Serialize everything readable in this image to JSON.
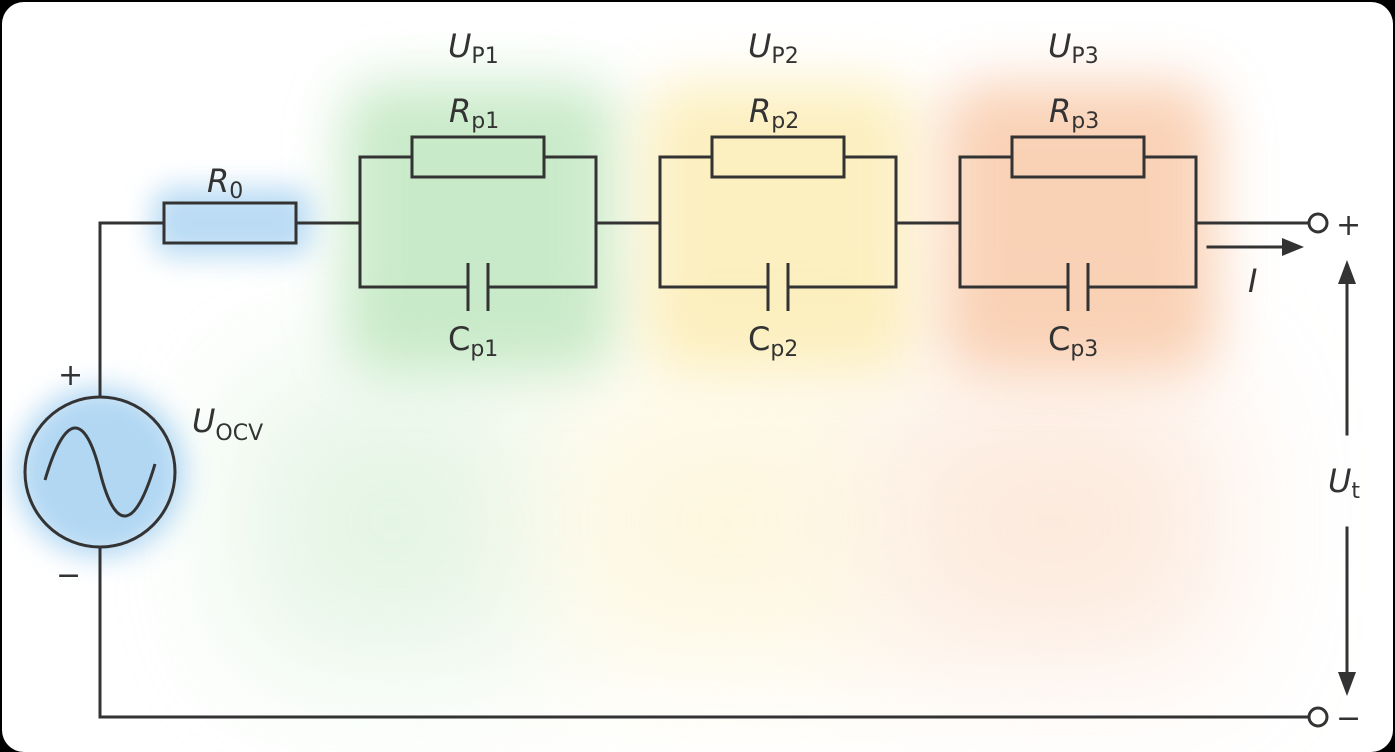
{
  "colors": {
    "wire": "#333333",
    "r0_glow": "#a9d3f2",
    "source_glow": "#a9d3f2",
    "stage1_glow": "#b3e2b3",
    "stage2_glow": "#fbe9a6",
    "stage3_glow": "#f8c39e"
  },
  "labels": {
    "r0": {
      "sym": "R",
      "sub": "0"
    },
    "uocv": {
      "sym": "U",
      "sub": "OCV"
    },
    "up1": {
      "sym": "U",
      "sub": "P1"
    },
    "up2": {
      "sym": "U",
      "sub": "P2"
    },
    "up3": {
      "sym": "U",
      "sub": "P3"
    },
    "rp1": {
      "sym": "R",
      "sub": "p1"
    },
    "rp2": {
      "sym": "R",
      "sub": "p2"
    },
    "rp3": {
      "sym": "R",
      "sub": "p3"
    },
    "cp1": {
      "sym": "C",
      "sub": "p1"
    },
    "cp2": {
      "sym": "C",
      "sub": "p2"
    },
    "cp3": {
      "sym": "C",
      "sub": "p3"
    },
    "current": {
      "sym": "I"
    },
    "ut": {
      "sym": "U",
      "sub": "t"
    },
    "source_plus": "+",
    "source_minus": "−",
    "terminal_plus": "+",
    "terminal_minus": "−"
  },
  "icons": {
    "source": "ac-voltage-source-icon",
    "resistor": "resistor-icon",
    "capacitor": "capacitor-icon",
    "terminal": "terminal-node-icon"
  }
}
